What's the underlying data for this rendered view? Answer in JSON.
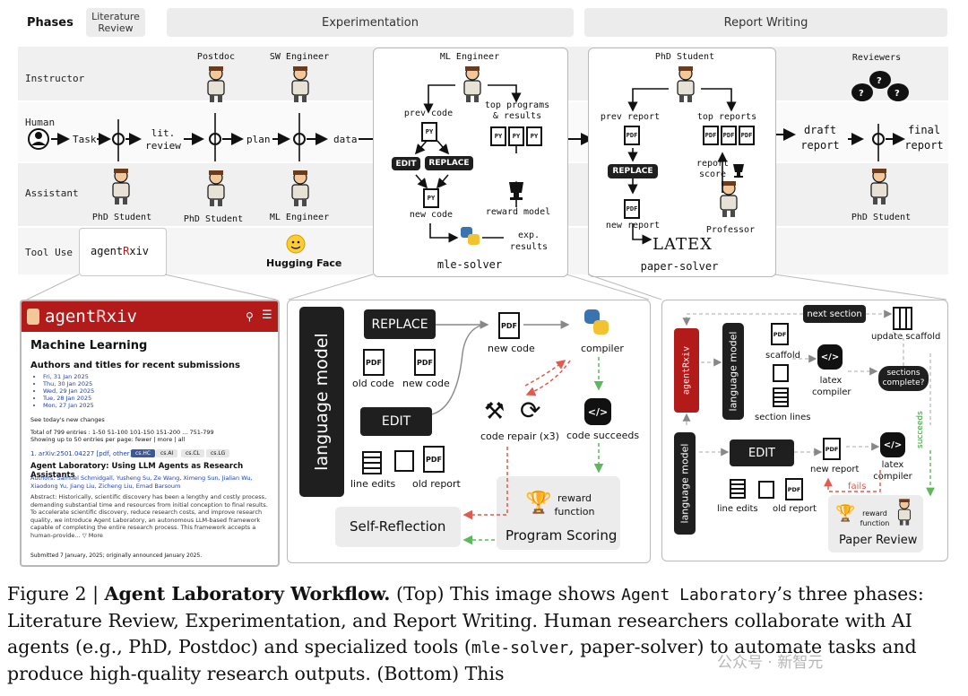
{
  "phases": {
    "label": "Phases",
    "lit_review": "Literature Review",
    "experimentation": "Experimentation",
    "report_writing": "Report Writing"
  },
  "rows": {
    "instructor": "Instructor",
    "human": "Human",
    "assistant": "Assistant",
    "tool_use": "Tool Use"
  },
  "top": {
    "postdoc": "Postdoc",
    "sw_engineer": "SW Engineer",
    "task": "Task",
    "lit_review": "lit. review",
    "plan": "plan",
    "data": "data",
    "phd_student_1": "PhD Student",
    "phd_student_2": "PhD Student",
    "ml_engineer_assist": "ML Engineer",
    "agentrxiv_a": "agent",
    "agentrxiv_r": "R",
    "agentrxiv_b": "xiv",
    "hugging_face": "Hugging Face",
    "mle": {
      "title": "ML Engineer",
      "prev_code": "prev code",
      "top_programs": "top programs & results",
      "edit": "EDIT",
      "replace": "REPLACE",
      "new_code": "new code",
      "reward_model": "reward model",
      "exp_results": "exp. results",
      "solver": "mle-solver",
      "py": "PY"
    },
    "paper": {
      "title": "PhD Student",
      "prev_report": "prev report",
      "top_reports": "top reports",
      "replace": "REPLACE",
      "new_report": "new report",
      "report_score": "report score",
      "professor": "Professor",
      "latex": "LATEX",
      "solver": "paper-solver",
      "pdf": "PDF"
    },
    "reviewers": "Reviewers",
    "draft_report": "draft report",
    "final_report": "final report",
    "phd_student_3": "PhD Student"
  },
  "agentrxiv_page": {
    "brand_a": "agent",
    "brand_r": "R",
    "brand_b": "xiv",
    "heading": "Machine Learning",
    "subheading": "Authors and titles for recent submissions",
    "dates": [
      "Fri, 31 Jan 2025",
      "Thu, 30 Jan 2025",
      "Wed, 29 Jan 2025",
      "Tue, 28 Jan 2025",
      "Mon, 27 Jan 2025"
    ],
    "see_today": "See today's new changes",
    "total": "Total of 799 entries : 1-50 51-100 101-150 151-200 ... 751-799",
    "showing": "Showing up to 50 entries per page: fewer | more | all",
    "entry_id": "1. arXiv:2501.04227 [pdf, other]",
    "tags": [
      "cs.HC",
      "cs.AI",
      "cs.CL",
      "cs.LG"
    ],
    "paper_title": "Agent Laboratory: Using LLM Agents as Research Assistants",
    "authors": "Authors: Samuel Schmidgall, Yusheng Su, Ze Wang, Ximeng Sun, Jialian Wu, Xiaodong Yu, Jiang Liu, Zicheng Liu, Emad Barsoum",
    "abstract": "Abstract: Historically, scientific discovery has been a lengthy and costly process, demanding substantial time and resources from initial conception to final results. To accelerate scientific discovery, reduce research costs, and improve research quality, we introduce Agent Laboratory, an autonomous LLM-based framework capable of completing the entire research process. This framework accepts a human-provide... ▽ More",
    "submitted": "Submitted 7 January, 2025; originally announced January 2025."
  },
  "mle_detail": {
    "language_model": "language model",
    "replace": "REPLACE",
    "old_code": "old code",
    "new_code_left": "new code",
    "new_code": "new code",
    "compiler": "compiler",
    "edit": "EDIT",
    "line_edits": "line edits",
    "old_report": "old report",
    "code_repair": "code repair (x3)",
    "code_succeeds": "code succeeds",
    "self_reflection": "Self-Reflection",
    "reward_function": "reward function",
    "program_scoring": "Program Scoring",
    "pdf": "PDF"
  },
  "paper_detail": {
    "next_section": "next section",
    "update_scaffold": "update scaffold",
    "language_model_1": "language model",
    "language_model_2": "language model",
    "scaffold": "scaffold",
    "section_lines": "section lines",
    "latex_compiler_1": "latex compiler",
    "sections_complete": "sections complete?",
    "edit": "EDIT",
    "new_report": "new report",
    "latex_compiler_2": "latex compiler",
    "line_edits": "line edits",
    "old_report": "old report",
    "fails": "fails",
    "succeeds": "succeeds",
    "reward_function": "reward function",
    "paper_review": "Paper Review",
    "agentrxiv_vertical": "agentRxiv",
    "pdf": "PDF"
  },
  "caption": {
    "fig": "Figure 2 | ",
    "title": "Agent Laboratory Workflow.",
    "t1": " (Top) This image shows ",
    "m1": "Agent Laboratory",
    "t2": "’s three phases: Literature Review, Experimentation, and Report Writing. Human researchers collaborate with AI agents (e.g., PhD, Postdoc) and specialized tools (",
    "m2": "mle-solver",
    "t3": ", paper-solver) to automate tasks and produce high-quality research outputs. (Bottom) This"
  },
  "watermark": "公众号 · 新智元",
  "colors": {
    "band": "#f0f0f0",
    "dark": "#1f1f1f",
    "arxiv_red": "#b31b1b",
    "link_blue": "#1a3fc4",
    "fail_red": "#e05a4e",
    "success_green": "#5cb85c"
  }
}
